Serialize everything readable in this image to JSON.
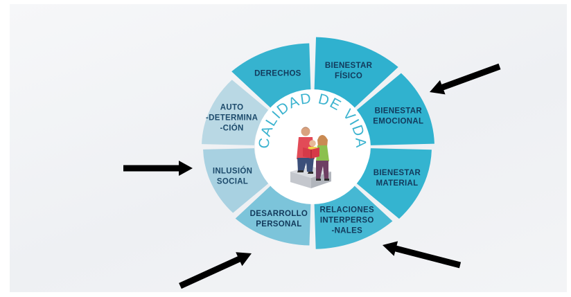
{
  "diagram": {
    "center_title": "CALIDAD DE VIDA",
    "segments": [
      {
        "id": "bienestar-fisico",
        "lines": [
          "BIENESTAR",
          "FÍSICO"
        ],
        "color": "#2fb1cf",
        "text_color": "#123a5c"
      },
      {
        "id": "bienestar-emocional",
        "lines": [
          "BIENESTAR",
          "EMOCIONAL"
        ],
        "color": "#30b2cf",
        "text_color": "#123a5c"
      },
      {
        "id": "bienestar-material",
        "lines": [
          "BIENESTAR",
          "MATERIAL"
        ],
        "color": "#34b4d0",
        "text_color": "#123a5c"
      },
      {
        "id": "relaciones-interpersonales",
        "lines": [
          "RELACIONES",
          "INTERPERSO",
          "-NALES"
        ],
        "color": "#46b8d3",
        "text_color": "#123a5c"
      },
      {
        "id": "desarrollo-personal",
        "lines": [
          "DESARROLLO",
          "PERSONAL"
        ],
        "color": "#7cc4da",
        "text_color": "#123a5c"
      },
      {
        "id": "inclusion-social",
        "lines": [
          "INLUSIÓN",
          "SOCIAL"
        ],
        "color": "#a8d1e1",
        "text_color": "#1c4a6b"
      },
      {
        "id": "autodeterminacion",
        "lines": [
          "AUTO",
          "-DETERMINA",
          "-CIÓN"
        ],
        "color": "#b9d8e4",
        "text_color": "#1c4a6b"
      },
      {
        "id": "derechos",
        "lines": [
          "DERECHOS"
        ],
        "color": "#36b3cf",
        "text_color": "#123a5c"
      }
    ],
    "arrows": [
      {
        "id": "arrow-bienestar-emocional",
        "points_to": "bienestar-emocional"
      },
      {
        "id": "arrow-inclusion-social",
        "points_to": "inclusion-social"
      },
      {
        "id": "arrow-desarrollo-personal",
        "points_to": "desarrollo-personal"
      },
      {
        "id": "arrow-relaciones-interpersonales",
        "points_to": "relaciones-interpersonales"
      }
    ]
  }
}
